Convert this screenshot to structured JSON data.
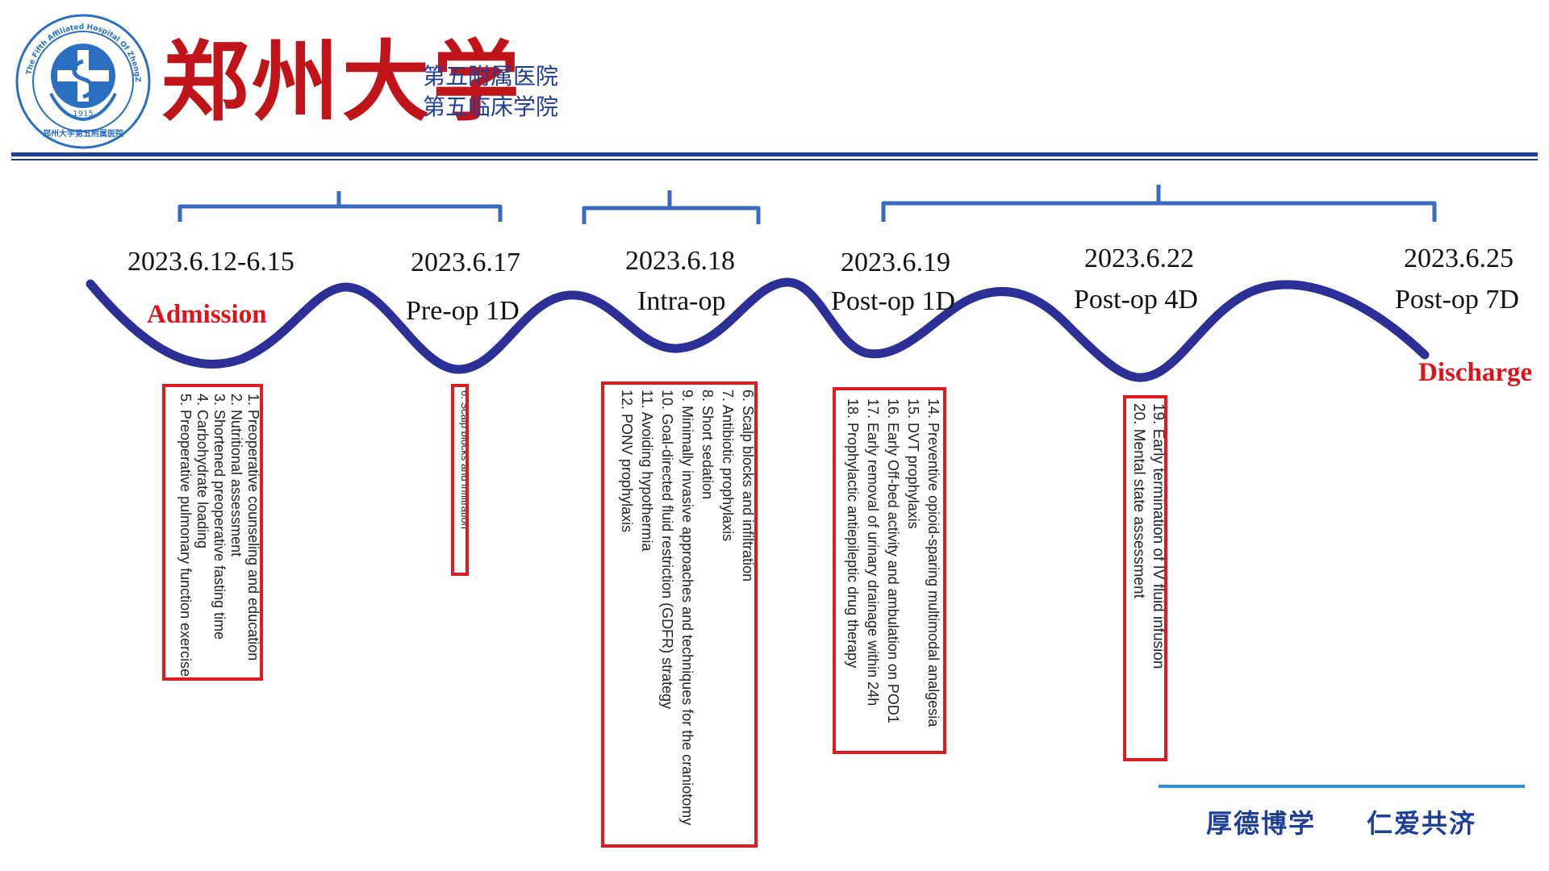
{
  "header": {
    "logo_text": "The Fifth Affiliated Hospital Of ZhengZhou University",
    "logo_year": "1915",
    "logo_cn": "郑州大学第五附属医院",
    "title": "郑州大学",
    "sub1": "第五附属医院",
    "sub2": "第五临床学院",
    "rule_color": "#1f3f97"
  },
  "timeline": {
    "curve_color": "#2b2f96",
    "bracket_color": "#3a6ac0",
    "dates": [
      "2023.6.12-6.15",
      "2023.6.17",
      "2023.6.18",
      "2023.6.19",
      "2023.6.22",
      "2023.6.25"
    ],
    "phases": [
      "Pre-op 1D",
      "Intra-op",
      "Post-op 1D",
      "Post-op 4D",
      "Post-op 7D"
    ],
    "admission": "Admission",
    "discharge": "Discharge"
  },
  "boxes": {
    "admission": [
      "1. Preoperative counseling and education",
      "2. Nutritional assessment",
      "3. Shortened preoperative fasting time",
      "4. Carbohydrate loading",
      "5. Preoperative pulmonary function exercise"
    ],
    "preop": [
      "6. Scalp blocks and infiltration"
    ],
    "intraop": [
      "6. Scalp blocks and infiltration",
      "7. Antibiotic prophylaxis",
      "8. Short sedation",
      "9. Minimally invasive approaches and techniques for the craniotomy",
      "10. Goal-directed fluid restriction (GDFR) strategy",
      "11. Avoiding hypothermia",
      "12. PONV prophylaxis"
    ],
    "postop1": [
      "14. Preventive opioid-sparing multimodal analgesia",
      "15. DVT prophylaxis",
      "16. Early Off-bed activity and ambulation on POD1",
      "17. Early removal of urinary drainage within 24h",
      "18. Prophylactic antiepileptic drug therapy"
    ],
    "postop4": [
      "19. Early termination of IV fluid infusion",
      "20. Mental state assessment"
    ]
  },
  "footer": {
    "motto1": "厚德博学",
    "motto2": "仁爱共济"
  }
}
